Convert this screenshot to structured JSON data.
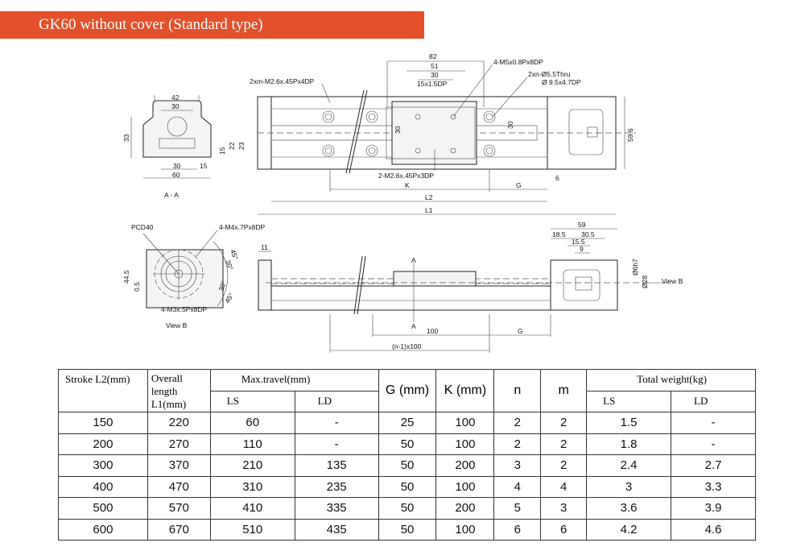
{
  "title": "GK60 without cover (Standard type)",
  "colors": {
    "banner": "#e2502c",
    "banner_text": "#ffffff"
  },
  "drawing": {
    "top_view": {
      "d82": "82",
      "d51": "51",
      "d30": "30",
      "d15": "15x1.5DP",
      "hole_m5": "4-M5x0.8Px8DP",
      "hole_thru": "2xn-Ø5.5Thru",
      "hole_cb": "Ø 9.5x4.7DP",
      "hole_m26_top": "2xm-M2.6x.45Px4DP",
      "hole_m26_bottom": "2-M2.6x.45Px3DP",
      "v30a": "30",
      "v30b": "30",
      "v596": "59.6",
      "k": "K",
      "g": "G",
      "six": "6",
      "l2": "L2",
      "l1": "L1"
    },
    "section": {
      "d42": "42",
      "d30": "30",
      "v33": "33",
      "v15": "15",
      "v22": "22",
      "v23": "23",
      "b30": "30",
      "b15": "15",
      "b60": "60",
      "label": "A - A"
    },
    "view_b": {
      "pcd": "PCD40",
      "m4": "4-M4x.7Px8DP",
      "m3": "4-M3x.5Px8DP",
      "v445": "44.5",
      "v05": "0.5",
      "a45a": "45°",
      "a30a": "30°",
      "a30b": "30°",
      "a45b": "45°",
      "label": "View B"
    },
    "side_view": {
      "d11": "11",
      "a_top": "A",
      "a_bottom": "A",
      "d100": "100",
      "g": "G",
      "pitch": "(n-1)x100",
      "d59": "59",
      "d185": "18.5",
      "d305": "30.5",
      "d155": "15.5",
      "d9": "9",
      "shaft": "Ø6h7",
      "boss": "Ø28",
      "view": "View B"
    }
  },
  "table": {
    "headers": {
      "stroke": "Stroke L2(mm)",
      "overall": "Overall length L1(mm)",
      "max_travel": "Max.travel(mm)",
      "g": "G (mm)",
      "k": "K (mm)",
      "n": "n",
      "m": "m",
      "weight": "Total weight(kg)",
      "ls": "LS",
      "ld": "LD"
    },
    "rows": [
      [
        "150",
        "220",
        "60",
        "-",
        "25",
        "100",
        "2",
        "2",
        "1.5",
        "-"
      ],
      [
        "200",
        "270",
        "110",
        "-",
        "50",
        "100",
        "2",
        "2",
        "1.8",
        "-"
      ],
      [
        "300",
        "370",
        "210",
        "135",
        "50",
        "200",
        "3",
        "2",
        "2.4",
        "2.7"
      ],
      [
        "400",
        "470",
        "310",
        "235",
        "50",
        "100",
        "4",
        "4",
        "3",
        "3.3"
      ],
      [
        "500",
        "570",
        "410",
        "335",
        "50",
        "200",
        "5",
        "3",
        "3.6",
        "3.9"
      ],
      [
        "600",
        "670",
        "510",
        "435",
        "50",
        "100",
        "6",
        "6",
        "4.2",
        "4.6"
      ]
    ]
  }
}
